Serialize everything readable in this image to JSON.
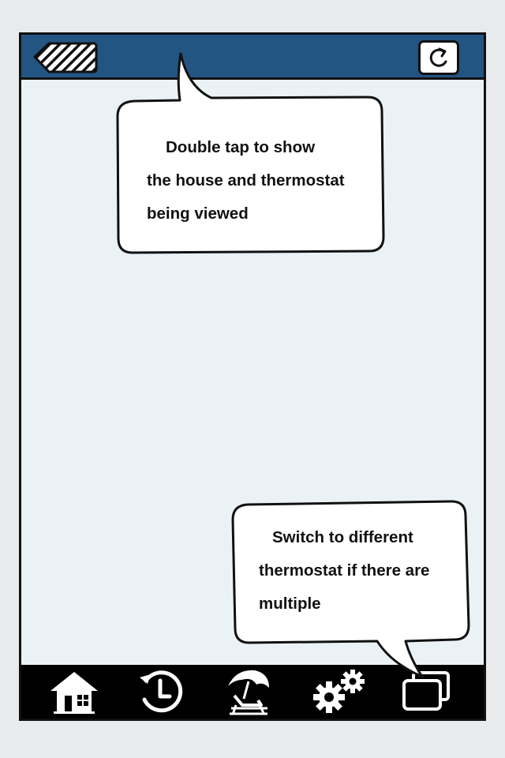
{
  "callouts": {
    "house": {
      "lines": [
        "Double tap to show",
        "the house and thermostat",
        "being viewed"
      ]
    },
    "switch": {
      "lines": [
        "Switch to different",
        "thermostat if there are",
        "multiple"
      ]
    }
  },
  "tabs": [
    {
      "icon": "home-icon"
    },
    {
      "icon": "history-icon"
    },
    {
      "icon": "vacation-icon"
    },
    {
      "icon": "settings-icon"
    },
    {
      "icon": "switch-thermostat-icon"
    }
  ],
  "colors": {
    "header": "#235583",
    "content": "#ebf2f6",
    "tabbar": "#000000",
    "outline": "#111111"
  }
}
